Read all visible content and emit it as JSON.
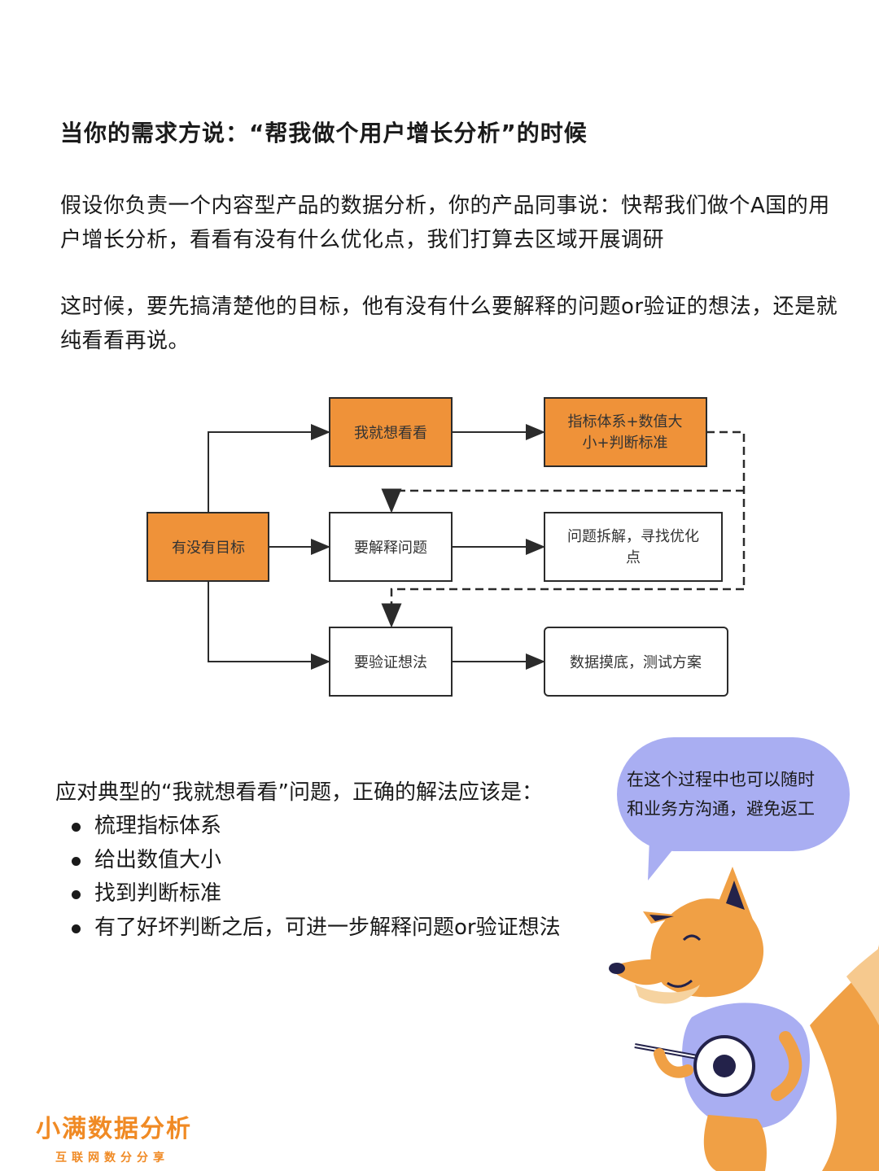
{
  "heading": "当你的需求方说：“帮我做个用户增长分析”的时候",
  "paragraph1": "假设你负责一个内容型产品的数据分析，你的产品同事说：快帮我们做个A国的用户增长分析，看看有没有什么优化点，我们打算去区域开展调研",
  "paragraph2": "这时候，要先搞清楚他的目标，他有没有什么要解释的问题or验证的想法，还是就纯看看再说。",
  "flowchart": {
    "root": "有没有目标",
    "branch1": "我就想看看",
    "branch1_result_line1": "指标体系+数值大",
    "branch1_result_line2": "小+判断标准",
    "branch2": "要解释问题",
    "branch2_result_line1": "问题拆解，寻找优化",
    "branch2_result_line2": "点",
    "branch3": "要验证想法",
    "branch3_result": "数据摸底，测试方案",
    "colors": {
      "highlight": "#ef9239",
      "border": "#2b2b2b"
    }
  },
  "intro": "应对典型的“我就想看看”问题，正确的解法应该是：",
  "points": [
    "梳理指标体系",
    "给出数值大小",
    "找到判断标准",
    "有了好坏判断之后，可进一步解释问题or验证想法"
  ],
  "bubble": {
    "line1": "在这个过程中也可以随时",
    "line2": "和业务方沟通，避免返工",
    "color": "#a9aef2"
  },
  "brand": {
    "name": "小满数据分析",
    "tagline": "互联网数分分享",
    "color": "#f08a24"
  },
  "mascot_icon": "fox-playing-banjo-icon"
}
